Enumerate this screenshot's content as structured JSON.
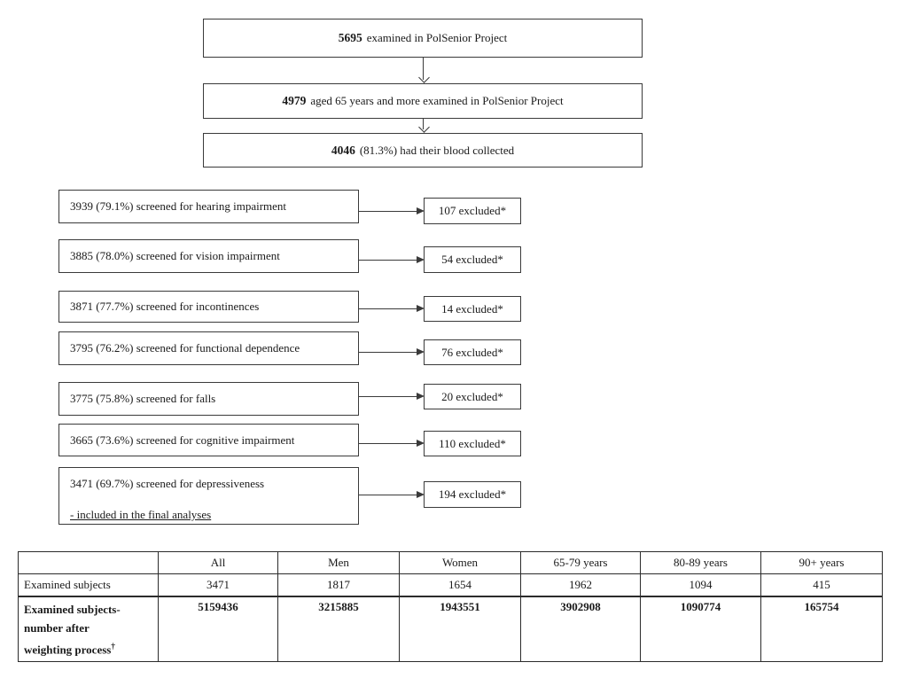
{
  "flowchart": {
    "top_boxes": [
      {
        "number": "5695",
        "text": "examined in PolSenior Project"
      },
      {
        "number": "4979",
        "text": "aged 65 years and more examined in PolSenior Project"
      },
      {
        "number": "4046",
        "text": "(81.3%) had their blood collected"
      }
    ],
    "screening_rows": [
      {
        "label": "3939 (79.1%) screened for hearing impairment",
        "excluded": "107 excluded*"
      },
      {
        "label": "3885 (78.0%) screened for vision impairment",
        "excluded": "54 excluded*"
      },
      {
        "label": "3871 (77.7%) screened for incontinences",
        "excluded": "14 excluded*"
      },
      {
        "label": "3795 (76.2%) screened for functional dependence",
        "excluded": "76 excluded*"
      },
      {
        "label": "3775 (75.8%) screened for falls",
        "excluded": "20 excluded*"
      },
      {
        "label": "3665 (73.6%) screened for cognitive impairment",
        "excluded": "110 excluded*"
      },
      {
        "label": "3471 (69.7%) screened for depressiveness",
        "note": "- included in the final analyses",
        "excluded": "194 excluded*"
      }
    ]
  },
  "table": {
    "headers": [
      "",
      "All",
      "Men",
      "Women",
      "65-79 years",
      "80-89 years",
      "90+ years"
    ],
    "rows": [
      {
        "label": "Examined subjects",
        "values": [
          "3471",
          "1817",
          "1654",
          "1962",
          "1094",
          "415"
        ]
      },
      {
        "label_lines": [
          "Examined subjects-",
          "number after",
          "weighting process"
        ],
        "dagger": "†",
        "values": [
          "5159436",
          "3215885",
          "1943551",
          "3902908",
          "1090774",
          "165754"
        ]
      }
    ]
  },
  "colors": {
    "border": "#3a3a3a",
    "text": "#1a1a1a",
    "background": "#ffffff"
  }
}
